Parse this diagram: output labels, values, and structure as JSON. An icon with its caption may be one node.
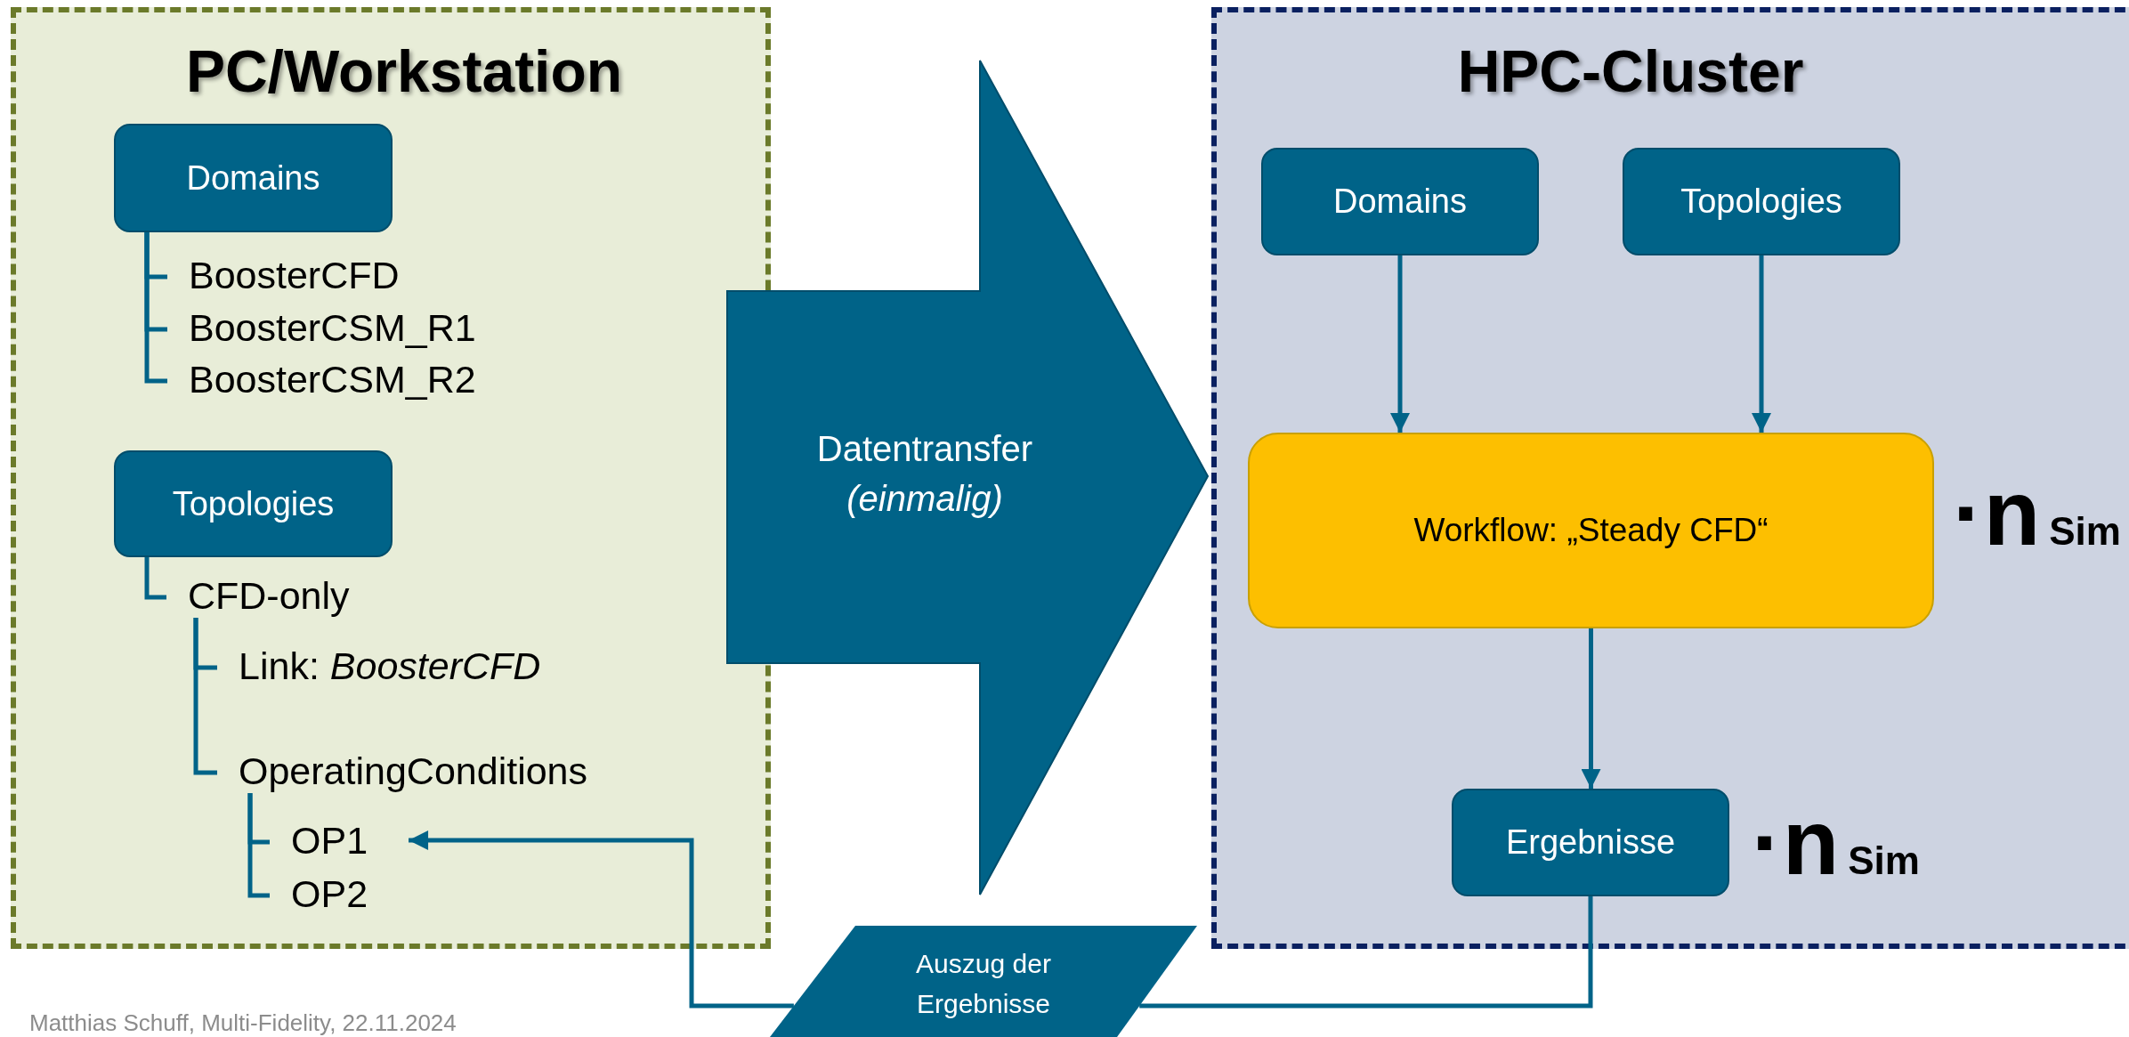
{
  "diagram": {
    "nodes": [
      {
        "text": [
          "PC/Workstation"
        ]
      },
      {
        "text": [
          "Domains"
        ],
        "in": 0
      },
      {
        "text": [
          "BoosterCFD"
        ],
        "in": 0
      },
      {
        "text": [
          "BoosterCSM_R1"
        ],
        "in": 0
      },
      {
        "text": [
          "BoosterCSM_R2"
        ],
        "in": 0
      },
      {
        "text": [
          "Topologies"
        ],
        "in": 0
      },
      {
        "text": [
          "CFD-only"
        ],
        "in": 0
      },
      {
        "text": [
          "Link: *BoosterCFD*"
        ],
        "in": 0
      },
      {
        "text": [
          "OperatingConditions"
        ],
        "in": 0
      },
      {
        "text": [
          "OP1"
        ],
        "in": 0
      },
      {
        "text": [
          "OP2"
        ],
        "in": 0
      },
      {
        "text": [
          "Datentransfer",
          "(einmalig)"
        ]
      },
      {
        "text": [
          "HPC-Cluster"
        ]
      },
      {
        "text": [
          "Domains"
        ],
        "in": 12
      },
      {
        "text": [
          "Topologies"
        ],
        "in": 12
      },
      {
        "text": [
          "Workflow: „Steady CFD“"
        ],
        "in": 12,
        "beside": [
          "·n$_{Sim}$"
        ]
      },
      {
        "text": [
          "Ergebnisse"
        ],
        "in": 12,
        "beside": [
          "·n$_{Sim}$"
        ]
      },
      {
        "text": [
          "Auszug der Ergebnisse"
        ]
      }
    ],
    "edges": [
      {
        "from": 1,
        "to": 2,
        "arrow": "none"
      },
      {
        "from": 1,
        "to": 3,
        "arrow": "none"
      },
      {
        "from": 1,
        "to": 4,
        "arrow": "none"
      },
      {
        "from": 5,
        "to": 6,
        "arrow": "none"
      },
      {
        "from": 6,
        "to": 7,
        "arrow": "none"
      },
      {
        "from": 6,
        "to": 8,
        "arrow": "none"
      },
      {
        "from": 8,
        "to": 9,
        "arrow": "none"
      },
      {
        "from": 8,
        "to": 10,
        "arrow": "none"
      },
      {
        "from": 13,
        "to": 15,
        "arrow": "to"
      },
      {
        "from": 14,
        "to": 15,
        "arrow": "to"
      },
      {
        "from": 15,
        "to": 16,
        "arrow": "to"
      },
      {
        "from": 16,
        "to": 17,
        "arrow": "none"
      },
      {
        "from": 17,
        "to": 9,
        "arrow": "to"
      }
    ],
    "labels": [
      "Matthias Schuff, Multi-Fidelity, 22.11.2024"
    ]
  }
}
